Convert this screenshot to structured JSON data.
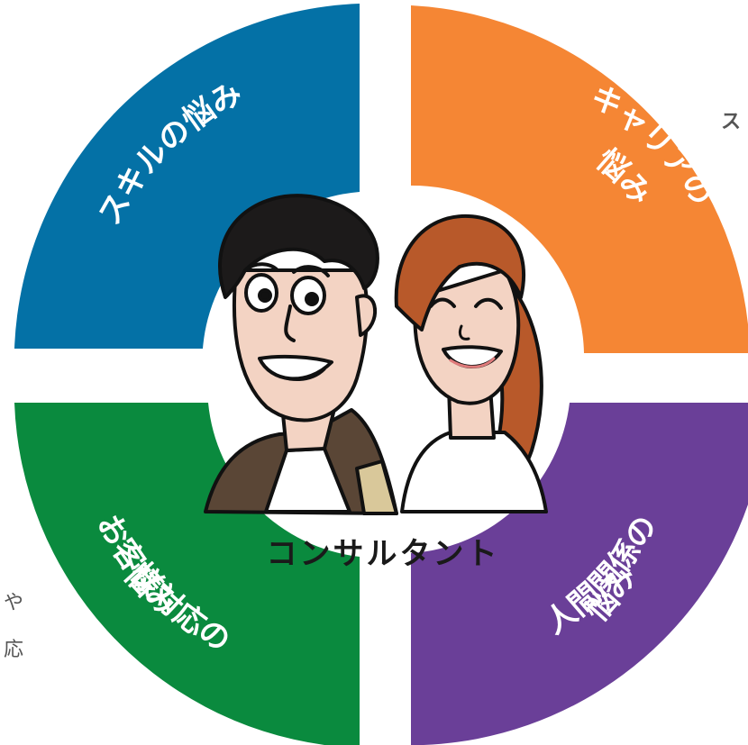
{
  "center": {
    "label": "コンサルタント"
  },
  "segments": [
    {
      "id": "skill",
      "lines": [
        "スキルの悩み"
      ],
      "color": "#0471a6"
    },
    {
      "id": "career",
      "lines": [
        "キャリアの",
        "悩み"
      ],
      "color": "#f58634"
    },
    {
      "id": "customer",
      "lines": [
        "お客様対応の",
        "悩み"
      ],
      "color": "#0a8a3e"
    },
    {
      "id": "relations",
      "lines": [
        "人間関係の",
        "悩み"
      ],
      "color": "#6a3f98"
    }
  ],
  "edge_fragments": {
    "left": [
      "や",
      "応"
    ],
    "top_right": "ス"
  },
  "colors": {
    "skin": "#f3d3c3",
    "hair_man": "#1c1a1a",
    "hair_woman": "#b8592a",
    "jacket": "#5a4636",
    "outline": "#111111"
  }
}
